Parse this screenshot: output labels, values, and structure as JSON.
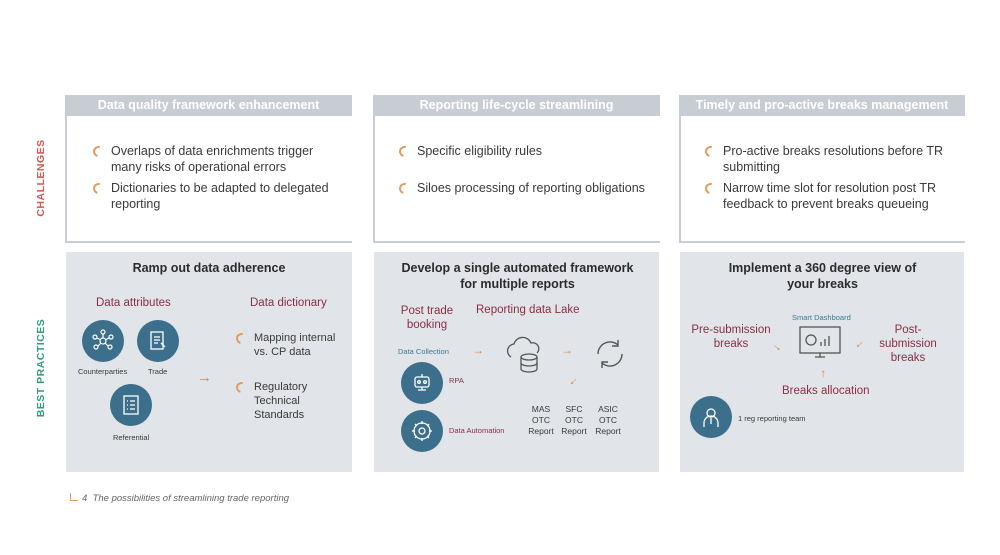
{
  "side_labels": {
    "challenges": "CHALLENGES",
    "best_practices": "BEST PRACTICES"
  },
  "columns": [
    {
      "header": "Data quality framework enhancement",
      "challenges": [
        "Overlaps of data enrichments trigger many risks of operational errors",
        "Dictionaries to be adapted to delegated reporting"
      ],
      "bp_title": "Ramp out data adherence"
    },
    {
      "header": "Reporting life-cycle streamlining",
      "challenges": [
        "Specific eligibility rules",
        "Siloes processing of reporting obligations"
      ],
      "bp_title": "Develop a single automated framework for multiple reports"
    },
    {
      "header": "Timely and pro-active breaks management",
      "challenges": [
        "Pro-active breaks resolutions before TR submitting",
        "Narrow time slot for resolution post TR feedback to prevent breaks queueing"
      ],
      "bp_title": "Implement a 360 degree view of your breaks"
    }
  ],
  "col1": {
    "attributes_title": "Data attributes",
    "dictionary_title": "Data dictionary",
    "counterparties": "Counterparties",
    "trade": "Trade",
    "referential": "Referential",
    "dict_items": [
      "Mapping internal vs. CP data",
      "Regulatory Technical Standards"
    ]
  },
  "col2": {
    "post_trade": "Post trade booking",
    "lake": "Reporting data Lake",
    "data_collection": "Data Collection",
    "rpa": "RPA",
    "data_automation": "Data Automation",
    "reports": [
      "MAS OTC Report",
      "SFC OTC Report",
      "ASIC OTC Report"
    ]
  },
  "col3": {
    "smart_dashboard": "Smart Dashboard",
    "pre": "Pre-submission breaks",
    "post": "Post-submission breaks",
    "allocation": "Breaks allocation",
    "team": "1 reg reporting team"
  },
  "caption": {
    "number": "4",
    "text": "The possibilities of streamlining trade reporting"
  },
  "colors": {
    "header": "#c8cdd3",
    "bp_bg": "#e1e4e8",
    "challenges": "#d9534f",
    "best_practices": "#2e9e7a",
    "accent": "#e39a5c",
    "maroon": "#8a2f44",
    "icon": "#3c6f8b"
  }
}
